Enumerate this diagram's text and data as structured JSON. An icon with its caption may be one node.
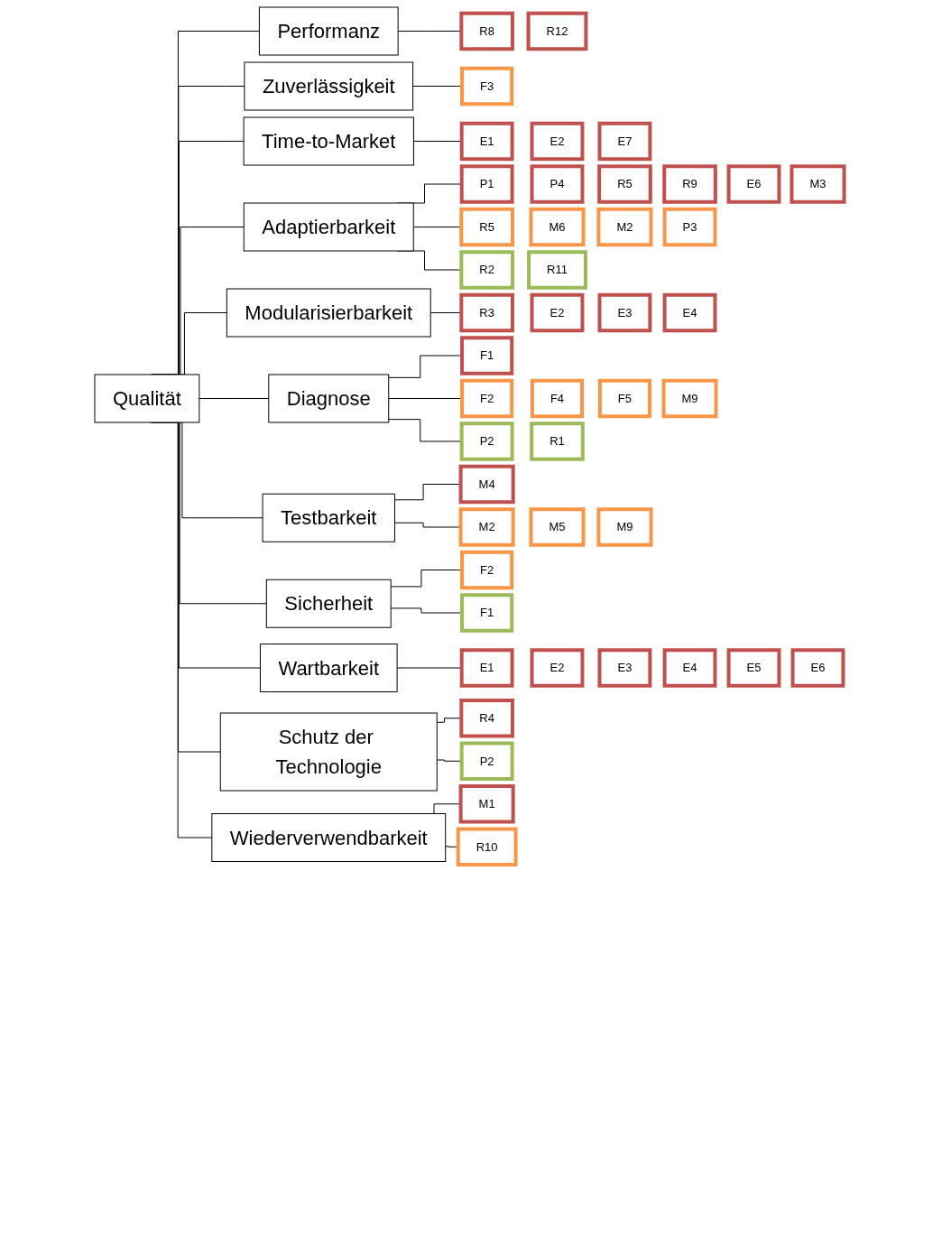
{
  "diagram": {
    "nodes": [
      {
        "text": [
          "Qualität"
        ]
      },
      {
        "text": [
          "Performanz"
        ]
      },
      {
        "text": [
          "R8"
        ]
      },
      {
        "text": [
          "R12"
        ]
      },
      {
        "text": [
          "Zuverlässigkeit"
        ]
      },
      {
        "text": [
          "F3"
        ]
      },
      {
        "text": [
          "Time-to-Market"
        ]
      },
      {
        "text": [
          "E1"
        ]
      },
      {
        "text": [
          "E2"
        ]
      },
      {
        "text": [
          "E7"
        ]
      },
      {
        "text": [
          "Adaptierbarkeit"
        ]
      },
      {
        "text": [
          "P1"
        ]
      },
      {
        "text": [
          "P4"
        ]
      },
      {
        "text": [
          "R5"
        ]
      },
      {
        "text": [
          "R9"
        ]
      },
      {
        "text": [
          "E6"
        ]
      },
      {
        "text": [
          "M3"
        ]
      },
      {
        "text": [
          "R5"
        ]
      },
      {
        "text": [
          "M6"
        ]
      },
      {
        "text": [
          "M2"
        ]
      },
      {
        "text": [
          "P3"
        ]
      },
      {
        "text": [
          "R2"
        ]
      },
      {
        "text": [
          "R11"
        ]
      },
      {
        "text": [
          "Modularisierbarkeit"
        ]
      },
      {
        "text": [
          "R3"
        ]
      },
      {
        "text": [
          "E2"
        ]
      },
      {
        "text": [
          "E3"
        ]
      },
      {
        "text": [
          "E4"
        ]
      },
      {
        "text": [
          "Diagnose"
        ]
      },
      {
        "text": [
          "F1"
        ]
      },
      {
        "text": [
          "F2"
        ]
      },
      {
        "text": [
          "F4"
        ]
      },
      {
        "text": [
          "F5"
        ]
      },
      {
        "text": [
          "M9"
        ]
      },
      {
        "text": [
          "P2"
        ]
      },
      {
        "text": [
          "R1"
        ]
      },
      {
        "text": [
          "Testbarkeit"
        ]
      },
      {
        "text": [
          "M4"
        ]
      },
      {
        "text": [
          "M2"
        ]
      },
      {
        "text": [
          "M5"
        ]
      },
      {
        "text": [
          "M9"
        ]
      },
      {
        "text": [
          "Sicherheit"
        ]
      },
      {
        "text": [
          "F2"
        ]
      },
      {
        "text": [
          "F1"
        ]
      },
      {
        "text": [
          "Wartbarkeit"
        ]
      },
      {
        "text": [
          "E1"
        ]
      },
      {
        "text": [
          "E2"
        ]
      },
      {
        "text": [
          "E3"
        ]
      },
      {
        "text": [
          "E4"
        ]
      },
      {
        "text": [
          "E5"
        ]
      },
      {
        "text": [
          "E6"
        ]
      },
      {
        "text": [
          "Schutz der Technologie"
        ]
      },
      {
        "text": [
          "R4"
        ]
      },
      {
        "text": [
          "P2"
        ]
      },
      {
        "text": [
          "Wiederverwendbarkeit"
        ]
      },
      {
        "text": [
          "M1"
        ]
      },
      {
        "text": [
          "R10"
        ]
      }
    ],
    "edges": [
      {
        "from": 0,
        "to": 1,
        "arrow": "none"
      },
      {
        "from": 0,
        "to": 4,
        "arrow": "none"
      },
      {
        "from": 0,
        "to": 6,
        "arrow": "none"
      },
      {
        "from": 0,
        "to": 10,
        "arrow": "none"
      },
      {
        "from": 0,
        "to": 23,
        "arrow": "none"
      },
      {
        "from": 0,
        "to": 28,
        "arrow": "none"
      },
      {
        "from": 0,
        "to": 36,
        "arrow": "none"
      },
      {
        "from": 0,
        "to": 41,
        "arrow": "none"
      },
      {
        "from": 0,
        "to": 44,
        "arrow": "none"
      },
      {
        "from": 0,
        "to": 51,
        "arrow": "none"
      },
      {
        "from": 0,
        "to": 54,
        "arrow": "none"
      },
      {
        "from": 1,
        "to": 2,
        "arrow": "none"
      },
      {
        "from": 4,
        "to": 5,
        "arrow": "none"
      },
      {
        "from": 6,
        "to": 7,
        "arrow": "none"
      },
      {
        "from": 10,
        "to": 11,
        "arrow": "none"
      },
      {
        "from": 10,
        "to": 17,
        "arrow": "none"
      },
      {
        "from": 10,
        "to": 21,
        "arrow": "none"
      },
      {
        "from": 23,
        "to": 24,
        "arrow": "none"
      },
      {
        "from": 28,
        "to": 29,
        "arrow": "none"
      },
      {
        "from": 28,
        "to": 30,
        "arrow": "none"
      },
      {
        "from": 28,
        "to": 34,
        "arrow": "none"
      },
      {
        "from": 36,
        "to": 37,
        "arrow": "none"
      },
      {
        "from": 36,
        "to": 38,
        "arrow": "none"
      },
      {
        "from": 41,
        "to": 42,
        "arrow": "none"
      },
      {
        "from": 41,
        "to": 43,
        "arrow": "none"
      },
      {
        "from": 44,
        "to": 45,
        "arrow": "none"
      },
      {
        "from": 51,
        "to": 52,
        "arrow": "none"
      },
      {
        "from": 51,
        "to": 53,
        "arrow": "none"
      },
      {
        "from": 54,
        "to": 55,
        "arrow": "none"
      },
      {
        "from": 54,
        "to": 56,
        "arrow": "none"
      }
    ]
  }
}
